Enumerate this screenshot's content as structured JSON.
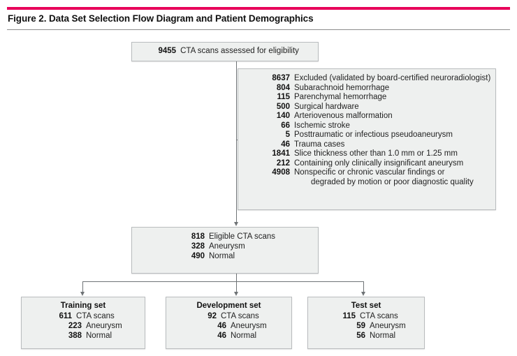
{
  "figure": {
    "title": "Figure 2. Data Set Selection Flow Diagram and Patient Demographics",
    "accent_color": "#e8005a",
    "rule_color": "#8c8c8c",
    "box_fill": "#eef0ef",
    "box_border": "#b9bcbe",
    "connector_color": "#6f7376"
  },
  "assessed": {
    "count": "9455",
    "label": "CTA scans assessed for eligibility"
  },
  "excluded": {
    "count": "8637",
    "label": "Excluded (validated by board-certified neuroradiologist)",
    "items": [
      {
        "count": "804",
        "label": "Subarachnoid hemorrhage"
      },
      {
        "count": "115",
        "label": "Parenchymal hemorrhage"
      },
      {
        "count": "500",
        "label": "Surgical hardware"
      },
      {
        "count": "140",
        "label": "Arteriovenous malformation"
      },
      {
        "count": "66",
        "label": "Ischemic stroke"
      },
      {
        "count": "5",
        "label": "Posttraumatic or infectious pseudoaneurysm"
      },
      {
        "count": "46",
        "label": "Trauma cases"
      },
      {
        "count": "1841",
        "label": "Slice thickness other than 1.0 mm or 1.25 mm"
      },
      {
        "count": "212",
        "label": "Containing only clinically insignificant aneurysm"
      },
      {
        "count": "4908",
        "label": "Nonspecific or chronic vascular findings or"
      }
    ],
    "last_item_continuation": "degraded by motion or poor diagnostic quality"
  },
  "eligible": {
    "rows": [
      {
        "count": "818",
        "label": "Eligible CTA scans"
      },
      {
        "count": "328",
        "label": "Aneurysm"
      },
      {
        "count": "490",
        "label": "Normal"
      }
    ]
  },
  "sets": {
    "training": {
      "title": "Training set",
      "rows": [
        {
          "count": "611",
          "label": "CTA scans"
        },
        {
          "count": "223",
          "label": "Aneurysm"
        },
        {
          "count": "388",
          "label": "Normal"
        }
      ]
    },
    "development": {
      "title": "Development set",
      "rows": [
        {
          "count": "92",
          "label": "CTA scans"
        },
        {
          "count": "46",
          "label": "Aneurysm"
        },
        {
          "count": "46",
          "label": "Normal"
        }
      ]
    },
    "test": {
      "title": "Test set",
      "rows": [
        {
          "count": "115",
          "label": "CTA scans"
        },
        {
          "count": "59",
          "label": "Aneurysm"
        },
        {
          "count": "56",
          "label": "Normal"
        }
      ]
    }
  }
}
